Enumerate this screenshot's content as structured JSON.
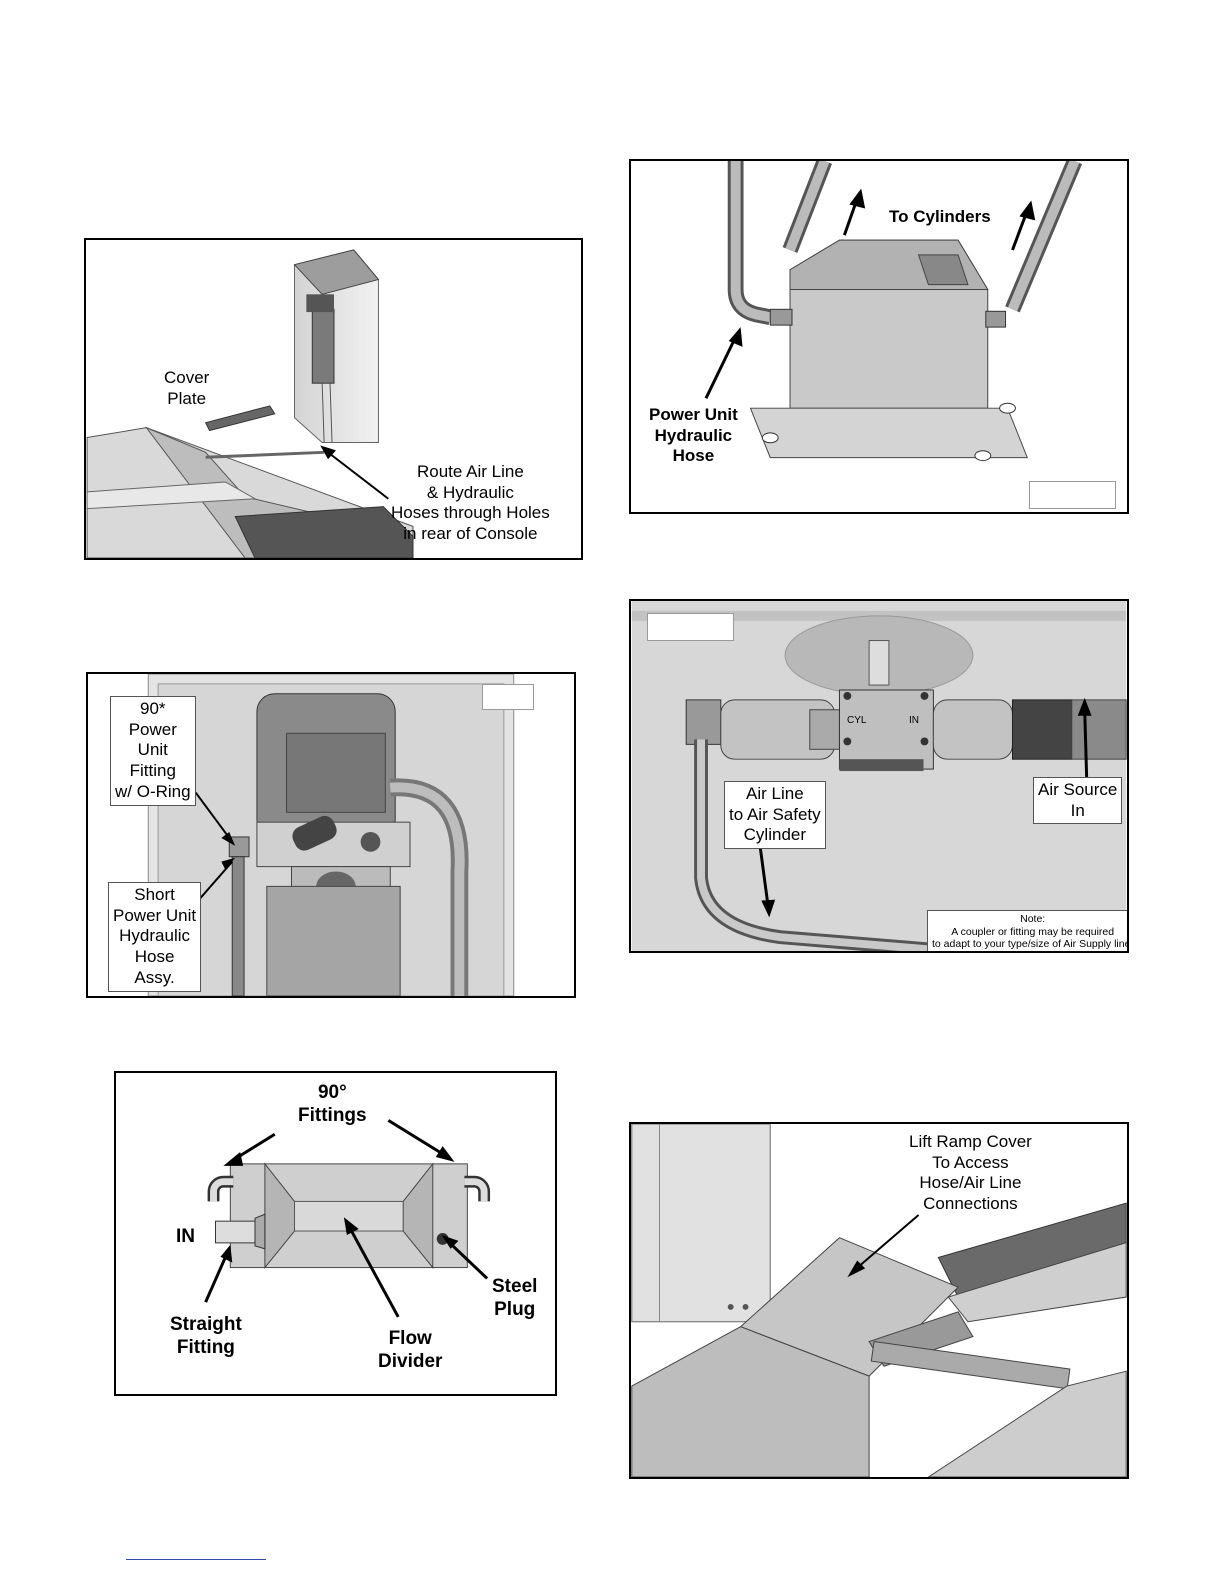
{
  "fig1": {
    "cover_plate": "Cover\nPlate",
    "route": "Route Air Line\n& Hydraulic\nHoses through Holes\nin rear of Console"
  },
  "fig2": {
    "fitting_90": "90*\nPower\nUnit\nFitting\nw/ O-Ring",
    "short_hose": "Short\nPower Unit\nHydraulic\nHose\nAssy."
  },
  "fig3": {
    "fittings_90": "90°\nFittings",
    "in": "IN",
    "straight": "Straight\nFitting",
    "flow_divider": "Flow\nDivider",
    "steel_plug": "Steel\nPlug"
  },
  "fig4": {
    "to_cylinders": "To Cylinders",
    "pu_hose": "Power Unit\nHydraulic\nHose"
  },
  "fig5": {
    "cyl": "CYL",
    "in": "IN",
    "air_line": "Air Line\nto Air Safety\nCylinder",
    "air_source": "Air Source\nIn",
    "note": "Note:\nA coupler or fitting may be required\nto adapt to your type/size of Air Supply line."
  },
  "fig6": {
    "ramp_cover": "Lift Ramp Cover\nTo Access\nHose/Air Line\nConnections"
  }
}
